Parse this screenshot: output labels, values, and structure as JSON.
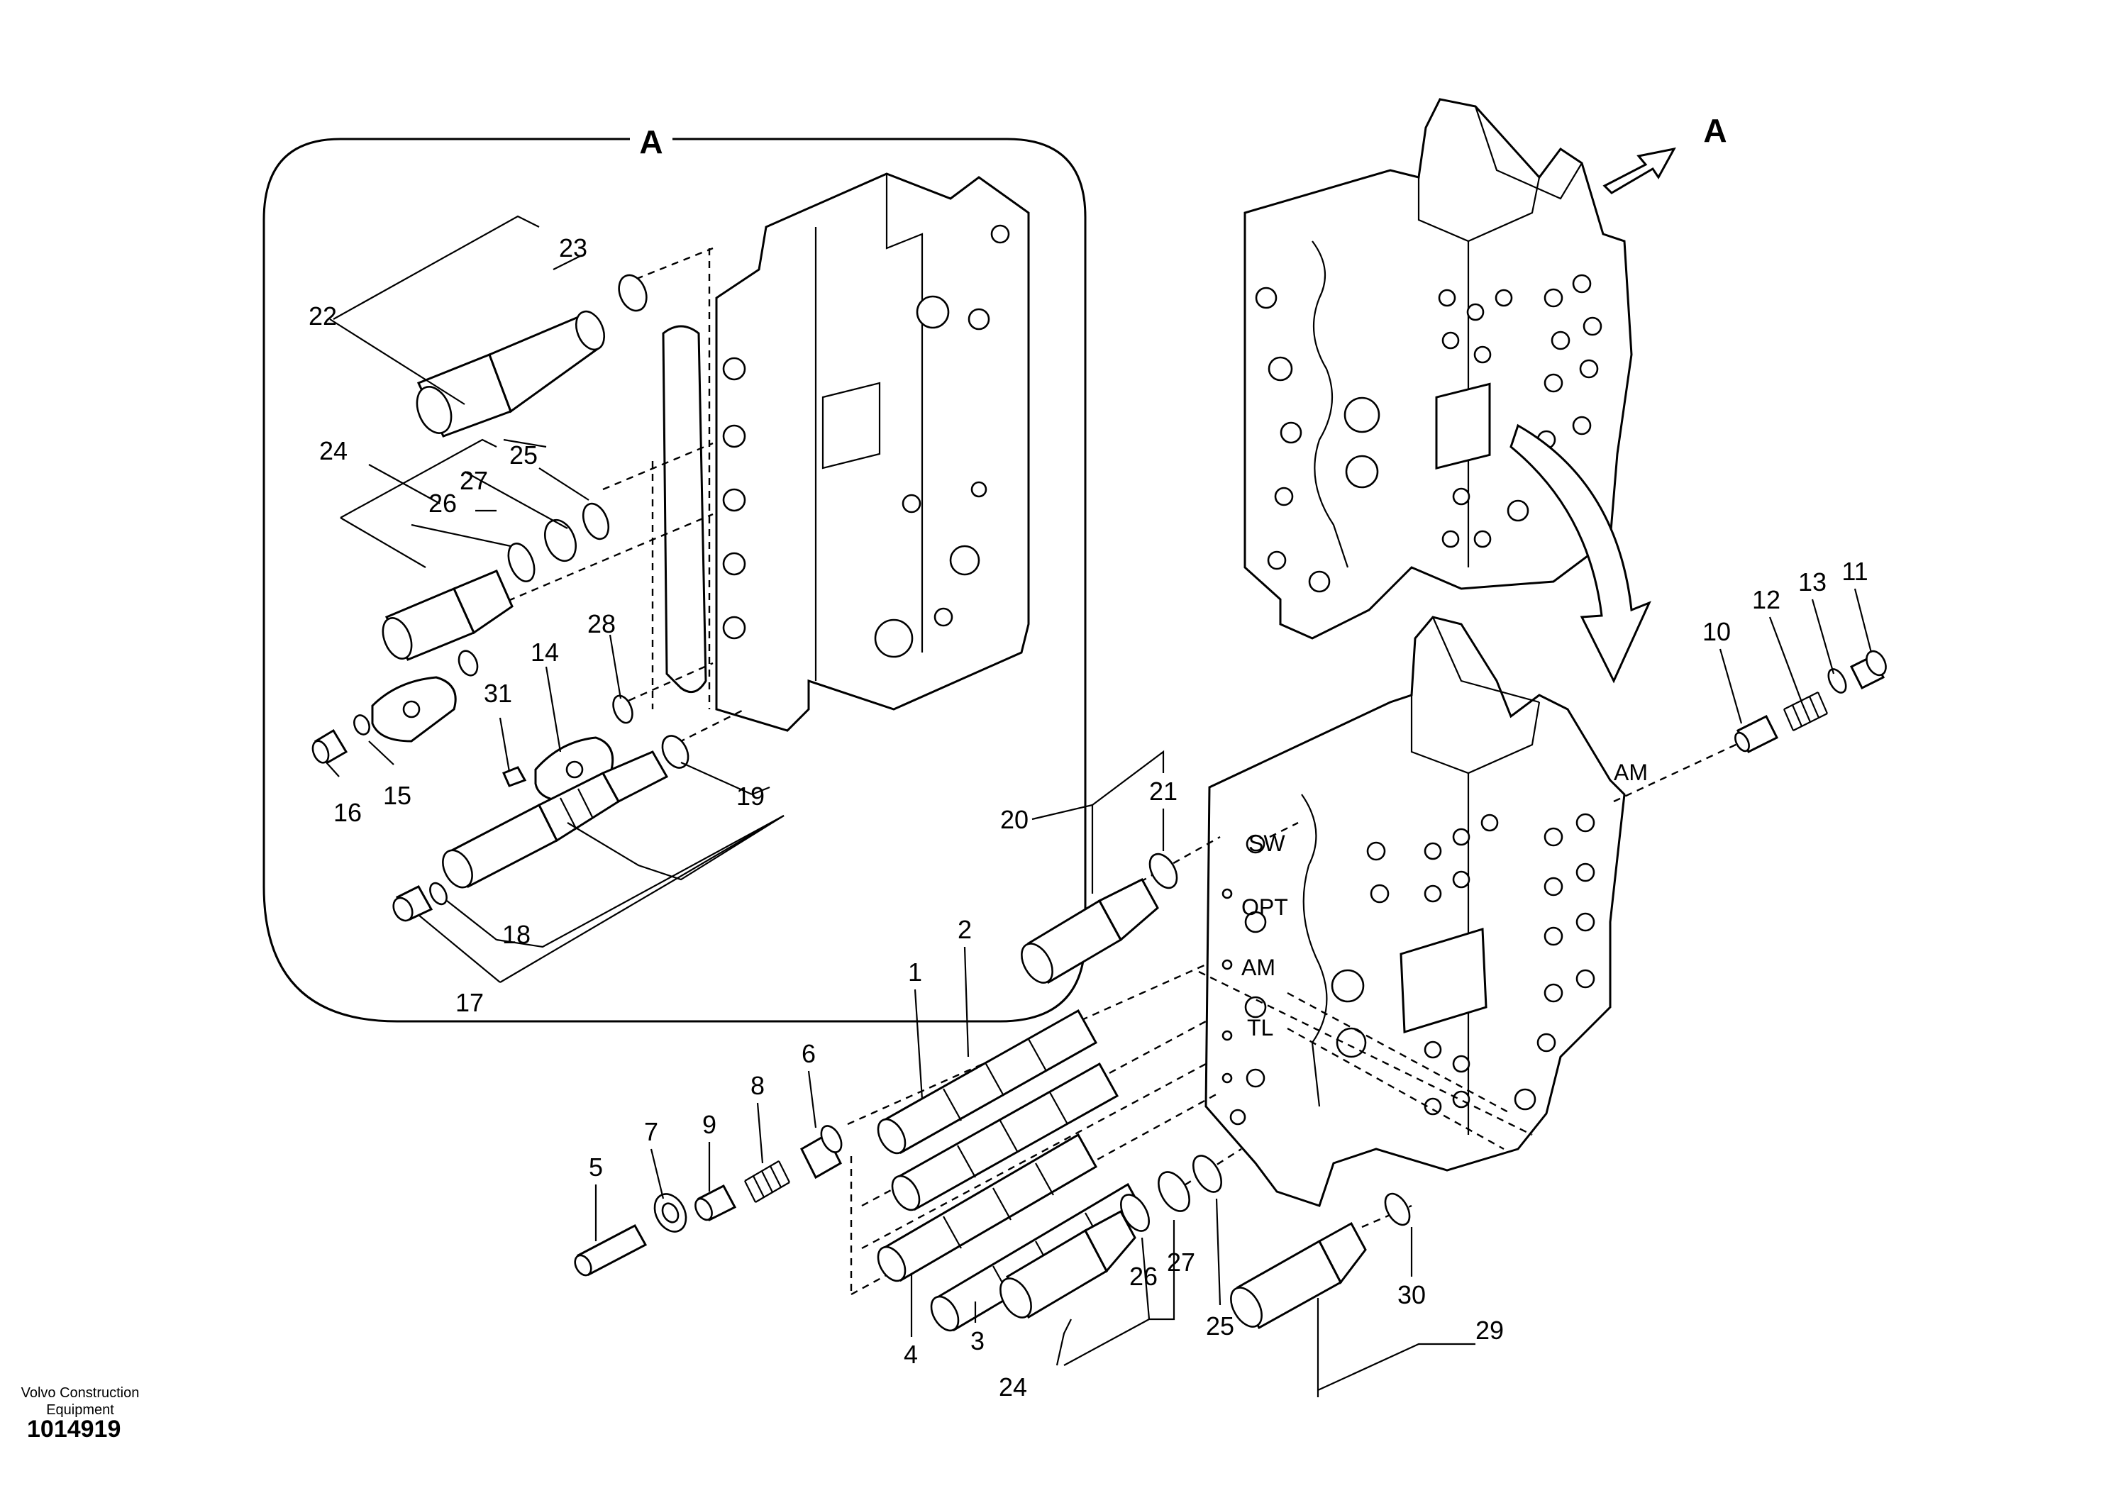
{
  "detail": {
    "view_label": "A"
  },
  "arrow_label": "A",
  "ports": [
    "SW",
    "OPT",
    "AM",
    "TL"
  ],
  "port_am_line": "AM",
  "callouts": {
    "c1": "1",
    "c2": "2",
    "c3": "3",
    "c4": "4",
    "c5": "5",
    "c6": "6",
    "c7": "7",
    "c8": "8",
    "c9": "9",
    "c10": "10",
    "c11": "11",
    "c12": "12",
    "c13": "13",
    "c14": "14",
    "c15": "15",
    "c16": "16",
    "c17": "17",
    "c18": "18",
    "c19": "19",
    "c20": "20",
    "c21": "21",
    "c22": "22",
    "c23": "23",
    "c24a": "24",
    "c24b": "24",
    "c25a": "25",
    "c25b": "25",
    "c26a": "26",
    "c26b": "26",
    "c27a": "27",
    "c27b": "27",
    "c28": "28",
    "c29": "29",
    "c30": "30",
    "c31": "31"
  },
  "footer": {
    "publisher": "Volvo Construction Equipment",
    "doc_number": "1014919"
  }
}
